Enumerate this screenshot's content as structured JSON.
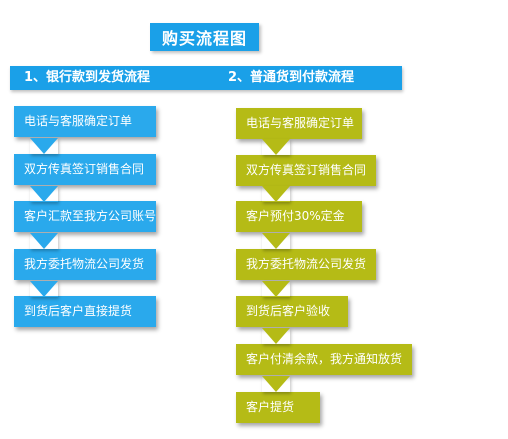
{
  "title": "购买流程图",
  "colors": {
    "blue": "#2aa9ec",
    "olive": "#b5bb16"
  },
  "sections": [
    {
      "heading": "1、银行款到发货流程",
      "color": "blue",
      "steps": [
        "电话与客服确定订单",
        "双方传真签订销售合同",
        "客户汇款至我方公司账号",
        "我方委托物流公司发货",
        "到货后客户直接提货"
      ]
    },
    {
      "heading": "2、普通货到付款流程",
      "color": "olive",
      "steps": [
        "电话与客服确定订单",
        "双方传真签订销售合同",
        "客户预付30%定金",
        "我方委托物流公司发货",
        "到货后客户验收",
        "客户付清余款，我方通知放货",
        "客户提货"
      ]
    }
  ]
}
